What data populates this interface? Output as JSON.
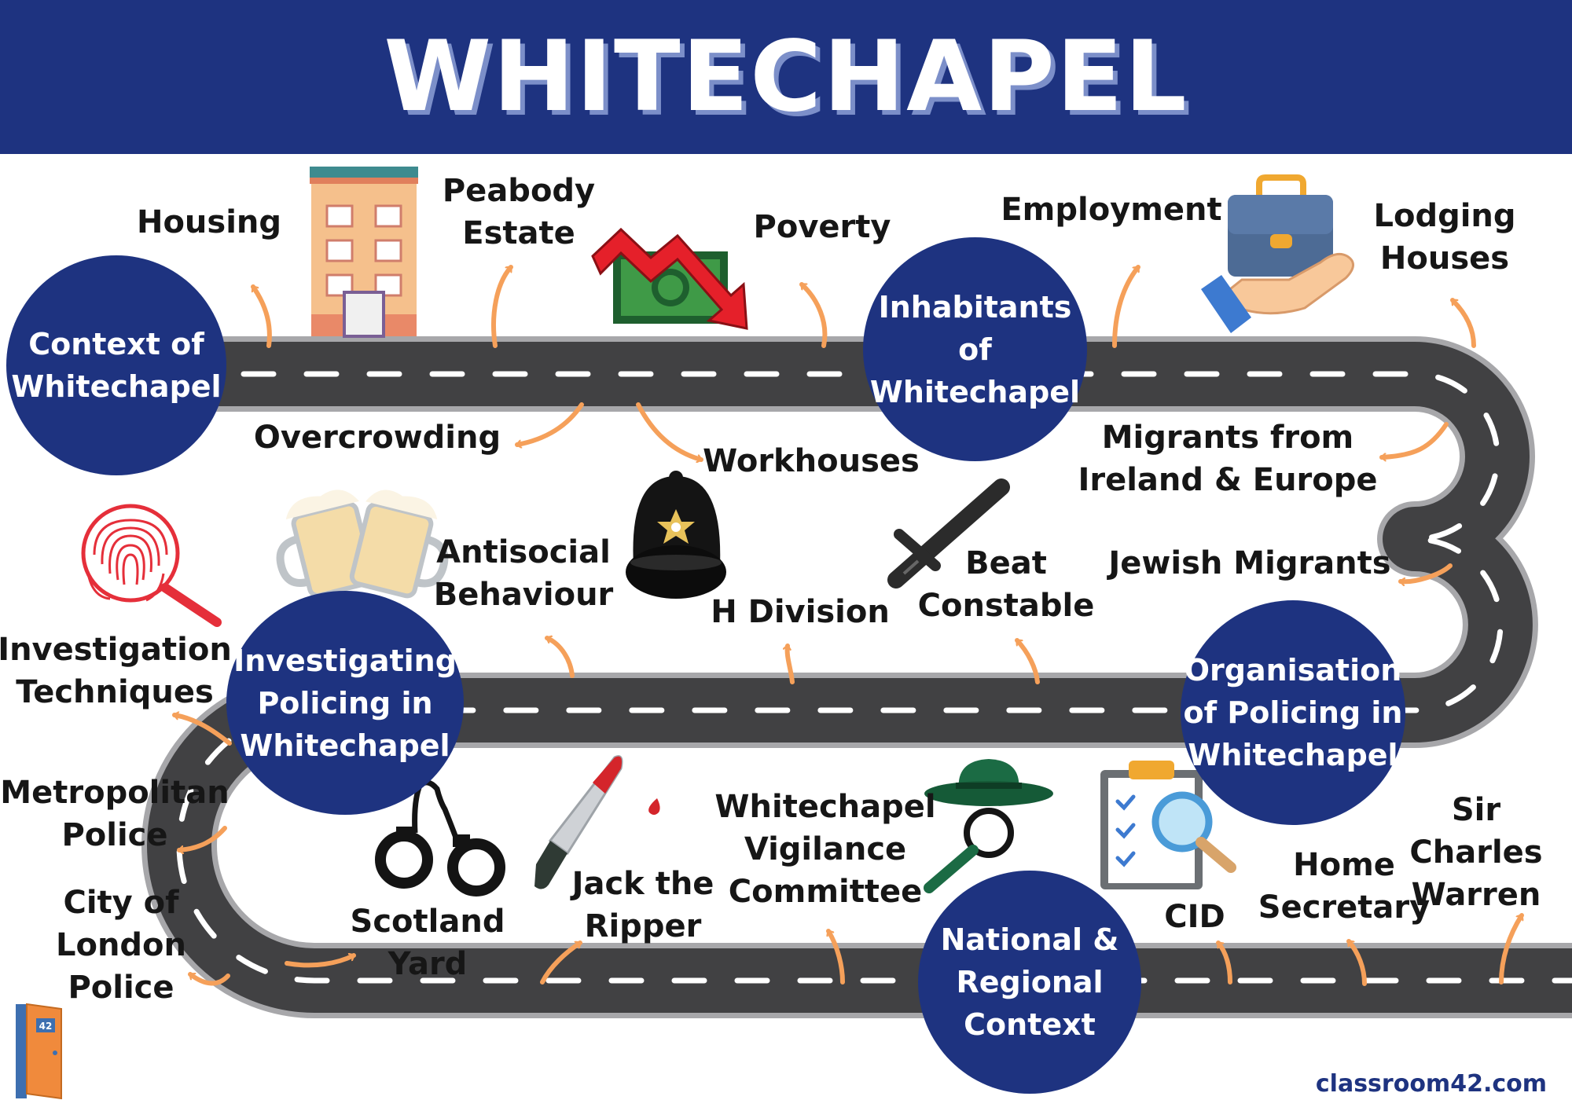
{
  "title": "WHITECHAPEL",
  "hubs": {
    "context": "Context of\nWhitechapel",
    "inhabitants": "Inhabitants\nof\nWhitechapel",
    "organisation": "Organisation\nof Policing in\nWhitechapel",
    "investigating": "Investigating\nPolicing in\nWhitechapel",
    "national": "National &\nRegional\nContext"
  },
  "topics": {
    "housing": "Housing",
    "peabody_estate": "Peabody\nEstate",
    "poverty": "Poverty",
    "employment": "Employment",
    "lodging_houses": "Lodging\nHouses",
    "overcrowding": "Overcrowding",
    "workhouses": "Workhouses",
    "migrants_ireland_europe": "Migrants from\nIreland & Europe",
    "jewish_migrants": "Jewish Migrants",
    "antisocial_behaviour": "Antisocial\nBehaviour",
    "h_division": "H Division",
    "beat_constable": "Beat\nConstable",
    "investigation_techniques": "Investigation\nTechniques",
    "metropolitan_police": "Metropolitan\nPolice",
    "city_of_london_police": "City of\nLondon\nPolice",
    "scotland_yard": "Scotland\nYard",
    "jack_the_ripper": "Jack the\nRipper",
    "vigilance_committee": "Whitechapel\nVigilance\nCommittee",
    "cid": "CID",
    "home_secretary": "Home\nSecretary",
    "sir_charles_warren": "Sir Charles\nWarren"
  },
  "brand": "classroom42.com",
  "book_number": "42",
  "icons": [
    "building-icon",
    "money-down-arrow-icon",
    "briefcase-hand-icon",
    "fingerprint-magnifier-icon",
    "beer-mugs-icon",
    "police-helmet-icon",
    "truncheon-icon",
    "handcuffs-icon",
    "bloody-knife-icon",
    "detective-magnifier-icon",
    "clipboard-magnifier-icon",
    "book-door-icon"
  ],
  "colors": {
    "header": "#1e3380",
    "hub": "#1e3380",
    "road": "#414143",
    "arrow": "#f5a05a"
  }
}
